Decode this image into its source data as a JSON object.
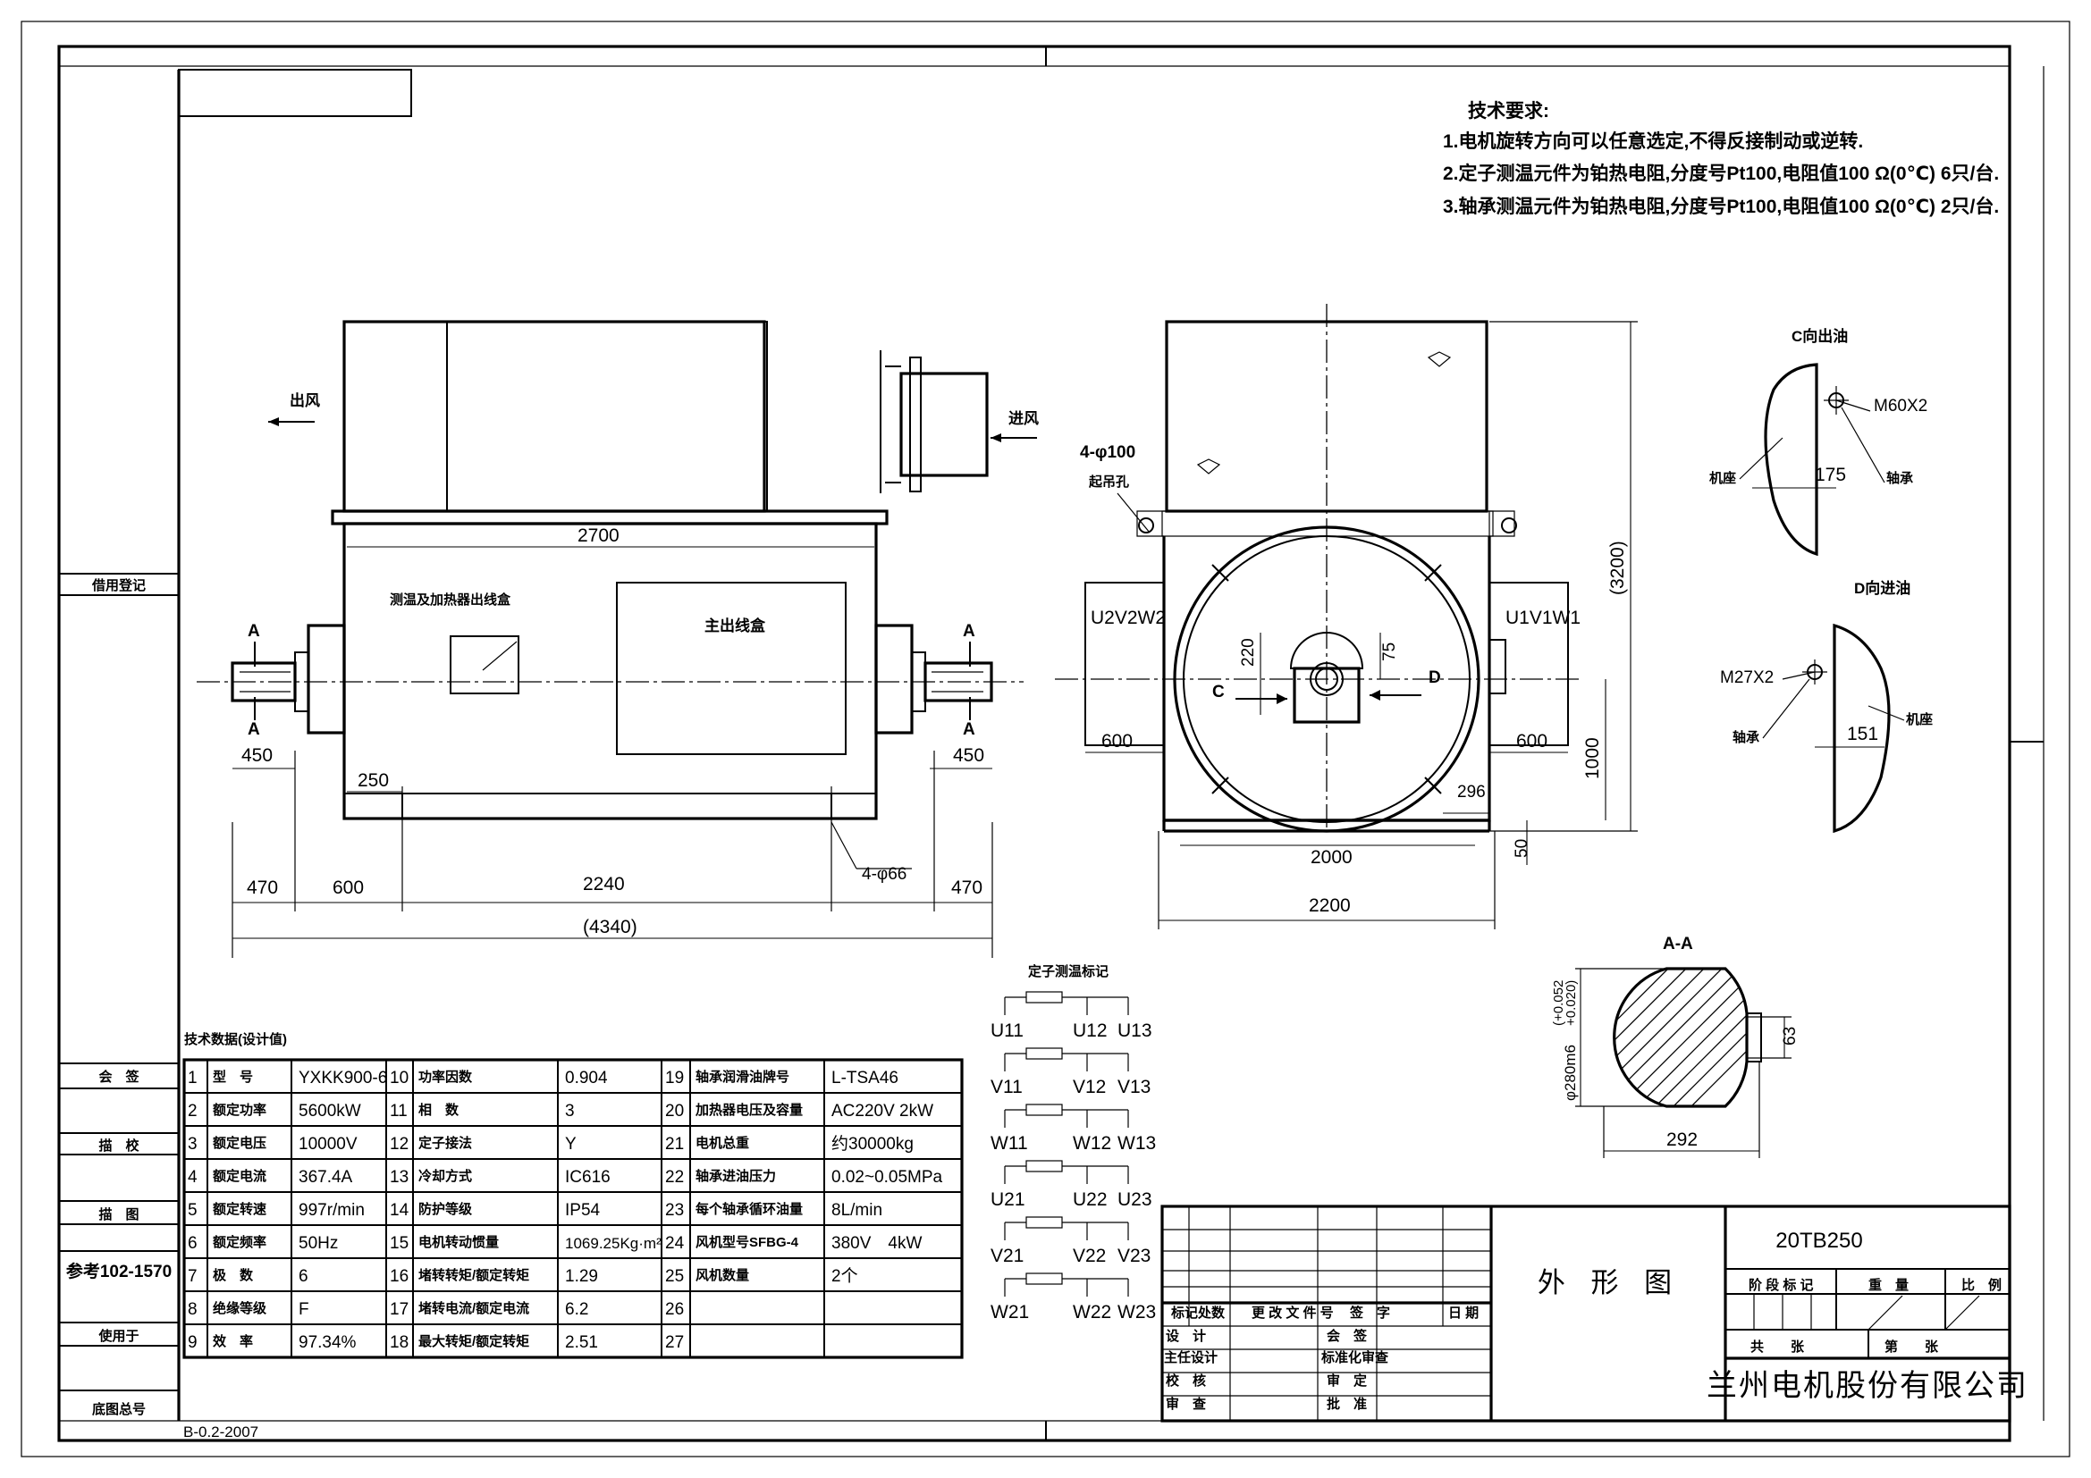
{
  "tech_requirements": {
    "title": "技术要求:",
    "items": [
      "1.电机旋转方向可以任意选定,不得反接制动或逆转.",
      "2.定子测温元件为铂热电阻,分度号Pt100,电阻值100 Ω(0℃) 6只/台.",
      "3.轴承测温元件为铂热电阻,分度号Pt100,电阻值100 Ω(0℃) 2只/台."
    ]
  },
  "side_view": {
    "air_out": "出风",
    "air_in": "进风",
    "temp_box": "测温及加热器出线盒",
    "main_box": "主出线盒",
    "section_a": "A",
    "dims": {
      "frame_len": "2700",
      "shaft_left": "450",
      "shaft_right": "450",
      "offset": "250",
      "foot_left": "470",
      "foot_a": "600",
      "foot_span": "2240",
      "foot_right": "470",
      "holes": "4-φ66",
      "total": "(4340)"
    }
  },
  "front_view": {
    "lift_holes": "4-φ100",
    "lift_label": "起吊孔",
    "terminals_left": "U2V2W2",
    "terminals_right": "U1V1W1",
    "c": "C",
    "d": "D",
    "dims": {
      "height": "(3200)",
      "center": "1000",
      "base": "50",
      "key_w": "220",
      "key_h": "75",
      "left_600": "600",
      "right_600": "600",
      "d296": "296",
      "w2000": "2000",
      "w2200": "2200"
    }
  },
  "c_view": {
    "title": "C向出油",
    "thread": "M60X2",
    "base": "机座",
    "dim": "175",
    "bearing": "轴承"
  },
  "d_view": {
    "title": "D向进油",
    "thread": "M27X2",
    "bearing": "轴承",
    "dim": "151",
    "base": "机座"
  },
  "aa_view": {
    "title": "A-A",
    "dia": "φ280m6",
    "tol_upper": "(+0.052",
    "tol_lower": "+0.020)",
    "key": "63",
    "width": "292"
  },
  "stator_marks": {
    "title": "定子测温标记",
    "rows": [
      [
        "U11",
        "U12",
        "U13"
      ],
      [
        "V11",
        "V12",
        "V13"
      ],
      [
        "W11",
        "W12",
        "W13"
      ],
      [
        "U21",
        "U22",
        "U23"
      ],
      [
        "V21",
        "V22",
        "V23"
      ],
      [
        "W21",
        "W22",
        "W23"
      ]
    ]
  },
  "tech_data": {
    "title": "技术数据(设计值)",
    "rows": [
      [
        {
          "n": "1",
          "k": "型　号",
          "v": "YXKK900-6"
        },
        {
          "n": "10",
          "k": "功率因数",
          "v": "0.904"
        },
        {
          "n": "19",
          "k": "轴承润滑油牌号",
          "v": "L-TSA46"
        }
      ],
      [
        {
          "n": "2",
          "k": "额定功率",
          "v": "5600kW"
        },
        {
          "n": "11",
          "k": "相　数",
          "v": "3"
        },
        {
          "n": "20",
          "k": "加热器电压及容量",
          "v": "AC220V 2kW"
        }
      ],
      [
        {
          "n": "3",
          "k": "额定电压",
          "v": "10000V"
        },
        {
          "n": "12",
          "k": "定子接法",
          "v": "Y"
        },
        {
          "n": "21",
          "k": "电机总重",
          "v": "约30000kg"
        }
      ],
      [
        {
          "n": "4",
          "k": "额定电流",
          "v": "367.4A"
        },
        {
          "n": "13",
          "k": "冷却方式",
          "v": "IC616"
        },
        {
          "n": "22",
          "k": "轴承进油压力",
          "v": "0.02~0.05MPa"
        }
      ],
      [
        {
          "n": "5",
          "k": "额定转速",
          "v": "997r/min"
        },
        {
          "n": "14",
          "k": "防护等级",
          "v": "IP54"
        },
        {
          "n": "23",
          "k": "每个轴承循环油量",
          "v": "8L/min"
        }
      ],
      [
        {
          "n": "6",
          "k": "额定频率",
          "v": "50Hz"
        },
        {
          "n": "15",
          "k": "电机转动惯量",
          "v": "1069.25Kg·m²"
        },
        {
          "n": "24",
          "k": "风机型号SFBG-4",
          "v": "380V　4kW"
        }
      ],
      [
        {
          "n": "7",
          "k": "极　数",
          "v": "6"
        },
        {
          "n": "16",
          "k": "堵转转矩/额定转矩",
          "v": "1.29"
        },
        {
          "n": "25",
          "k": "风机数量",
          "v": "2个"
        }
      ],
      [
        {
          "n": "8",
          "k": "绝缘等级",
          "v": "F"
        },
        {
          "n": "17",
          "k": "堵转电流/额定电流",
          "v": "6.2"
        },
        {
          "n": "26",
          "k": "",
          "v": ""
        }
      ],
      [
        {
          "n": "9",
          "k": "效　率",
          "v": "97.34%"
        },
        {
          "n": "18",
          "k": "最大转矩/额定转矩",
          "v": "2.51"
        },
        {
          "n": "27",
          "k": "",
          "v": ""
        }
      ]
    ]
  },
  "left_strip": {
    "used_for": "借用登记",
    "sign": "会　签",
    "trace": "描　校",
    "draw": "描　图",
    "ref": "参考102-1570",
    "apply": "使用于",
    "base_no": "底图总号",
    "std": "B-0.2-2007"
  },
  "title_block": {
    "drawing_name": "外 形 图",
    "drawing_no": "20TB250",
    "stage": "阶 段 标 记",
    "weight": "重　量",
    "scale": "比　例",
    "total_sheets": "共　　张",
    "sheet_no": "第　　张",
    "company": "兰州电机股份有限公司",
    "rev_headers": [
      "标记",
      "处数",
      "更 改 文 件 号",
      "签　字",
      "日 期"
    ],
    "roles": [
      "设　计",
      "主任设计",
      "校　核",
      "审　查"
    ],
    "roles2": [
      "会　签",
      "标准化审查",
      "审　定",
      "批　准"
    ]
  }
}
